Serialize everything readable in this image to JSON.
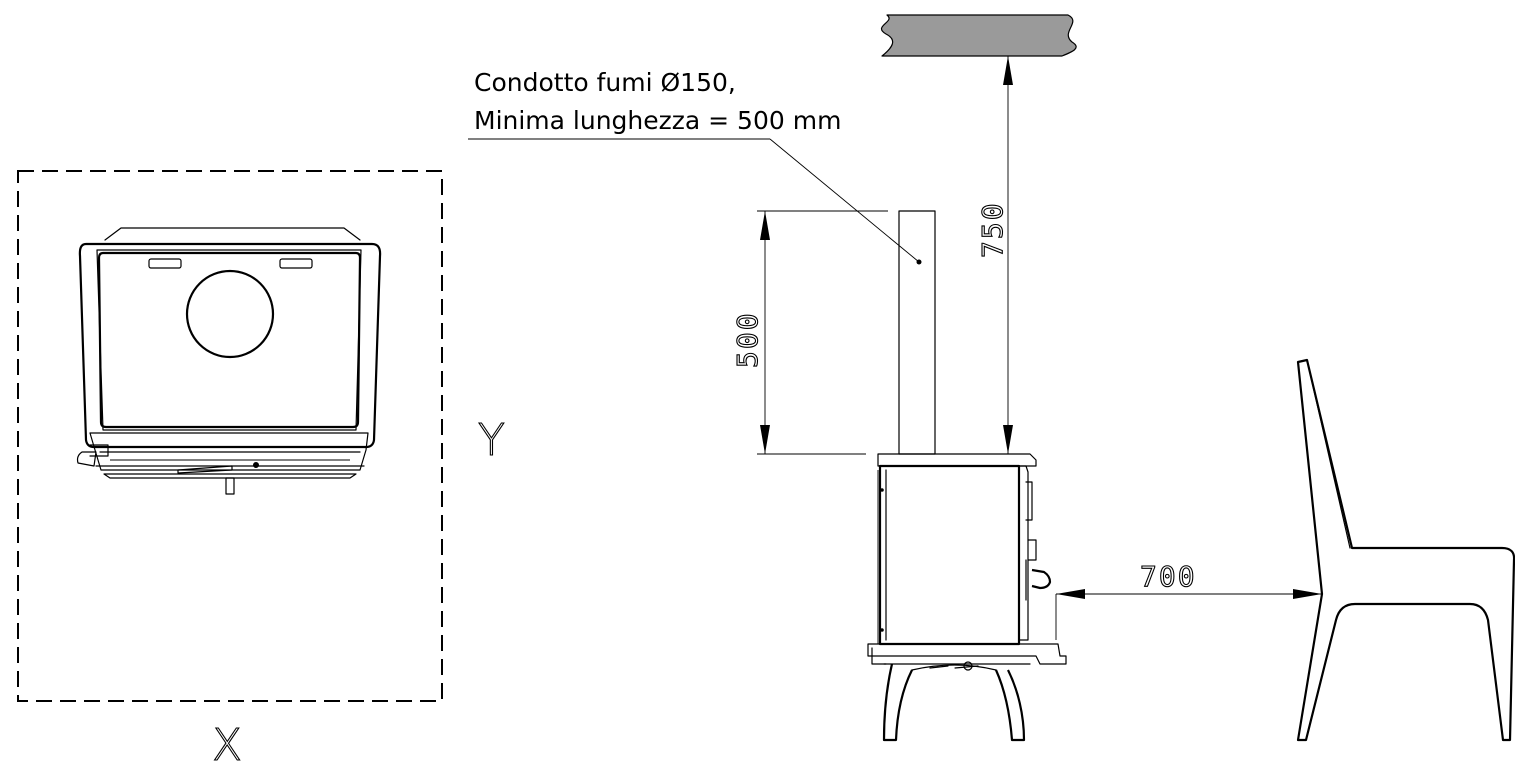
{
  "note": {
    "line1": "Condotto fumi Ø150,",
    "line2": "Minima lunghezza = 500 mm"
  },
  "dimensions": {
    "pipe_length": "500",
    "ceiling_clearance": "750",
    "front_clearance": "700"
  },
  "axes": {
    "x": "X",
    "y": "Y"
  },
  "colors": {
    "ceiling_fill": "#9a9a9a",
    "line": "#000000"
  }
}
